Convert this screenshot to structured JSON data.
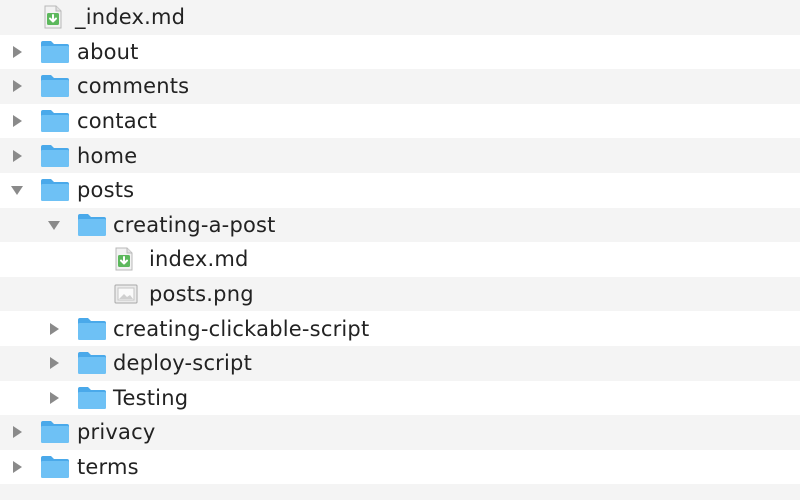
{
  "colors": {
    "folder_fill": "#6ec1f5",
    "folder_tab": "#4aa9ea",
    "md_icon_green": "#5cb85c",
    "label_text": "#222222",
    "alt_row": "#f4f4f4",
    "disclosure": "#8a8a8a"
  },
  "items": [
    {
      "label": "_index.md",
      "type": "md-file",
      "icon": "markdown-file-icon"
    },
    {
      "label": "about",
      "type": "folder",
      "icon": "folder-icon",
      "expanded": false
    },
    {
      "label": "comments",
      "type": "folder",
      "icon": "folder-icon",
      "expanded": false
    },
    {
      "label": "contact",
      "type": "folder",
      "icon": "folder-icon",
      "expanded": false
    },
    {
      "label": "home",
      "type": "folder",
      "icon": "folder-icon",
      "expanded": false
    },
    {
      "label": "posts",
      "type": "folder",
      "icon": "folder-icon",
      "expanded": true
    },
    {
      "label": "creating-a-post",
      "type": "folder",
      "icon": "folder-icon",
      "expanded": true
    },
    {
      "label": "index.md",
      "type": "md-file",
      "icon": "markdown-file-icon"
    },
    {
      "label": "posts.png",
      "type": "image-file",
      "icon": "image-file-icon"
    },
    {
      "label": "creating-clickable-script",
      "type": "folder",
      "icon": "folder-icon",
      "expanded": false
    },
    {
      "label": "deploy-script",
      "type": "folder",
      "icon": "folder-icon",
      "expanded": false
    },
    {
      "label": "Testing",
      "type": "folder",
      "icon": "folder-icon",
      "expanded": false
    },
    {
      "label": "privacy",
      "type": "folder",
      "icon": "folder-icon",
      "expanded": false
    },
    {
      "label": "terms",
      "type": "folder",
      "icon": "folder-icon",
      "expanded": false
    }
  ]
}
